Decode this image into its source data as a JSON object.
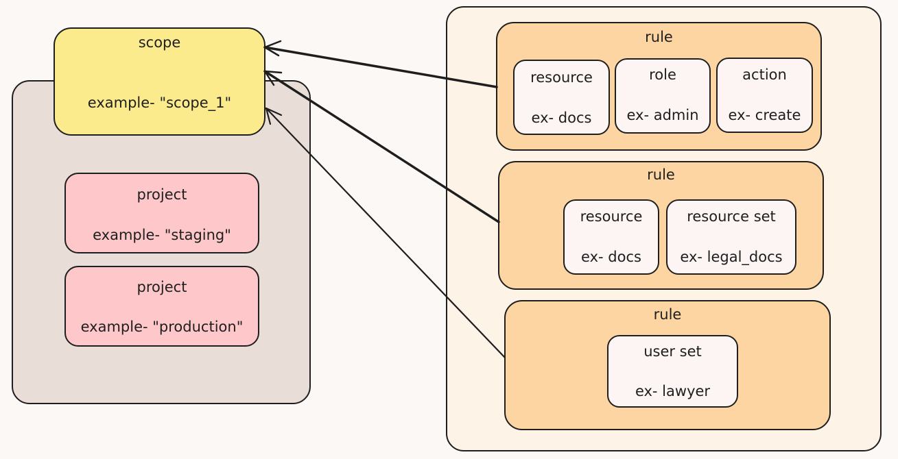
{
  "scope": {
    "title": "scope",
    "example": "example- \"scope_1\""
  },
  "projects": [
    {
      "title": "project",
      "example": "example- \"staging\""
    },
    {
      "title": "project",
      "example": "example- \"production\""
    }
  ],
  "rules": [
    {
      "title": "rule",
      "items": [
        {
          "title": "resource",
          "example": "ex- docs"
        },
        {
          "title": "role",
          "example": "ex- admin"
        },
        {
          "title": "action",
          "example": "ex- create"
        }
      ]
    },
    {
      "title": "rule",
      "items": [
        {
          "title": "resource",
          "example": "ex- docs"
        },
        {
          "title": "resource set",
          "example": "ex- legal_docs"
        }
      ]
    },
    {
      "title": "rule",
      "items": [
        {
          "title": "user set",
          "example": "ex- lawyer"
        }
      ]
    }
  ],
  "colors": {
    "scope_fill": "#fbeb8c",
    "project_fill": "#fec8cb",
    "rule_fill": "#fdd5a2",
    "left_group_fill": "#e9ddd7",
    "right_group_fill": "#fdf3e6",
    "item_fill": "#fcf5f4",
    "stroke": "#1e1e1e"
  }
}
